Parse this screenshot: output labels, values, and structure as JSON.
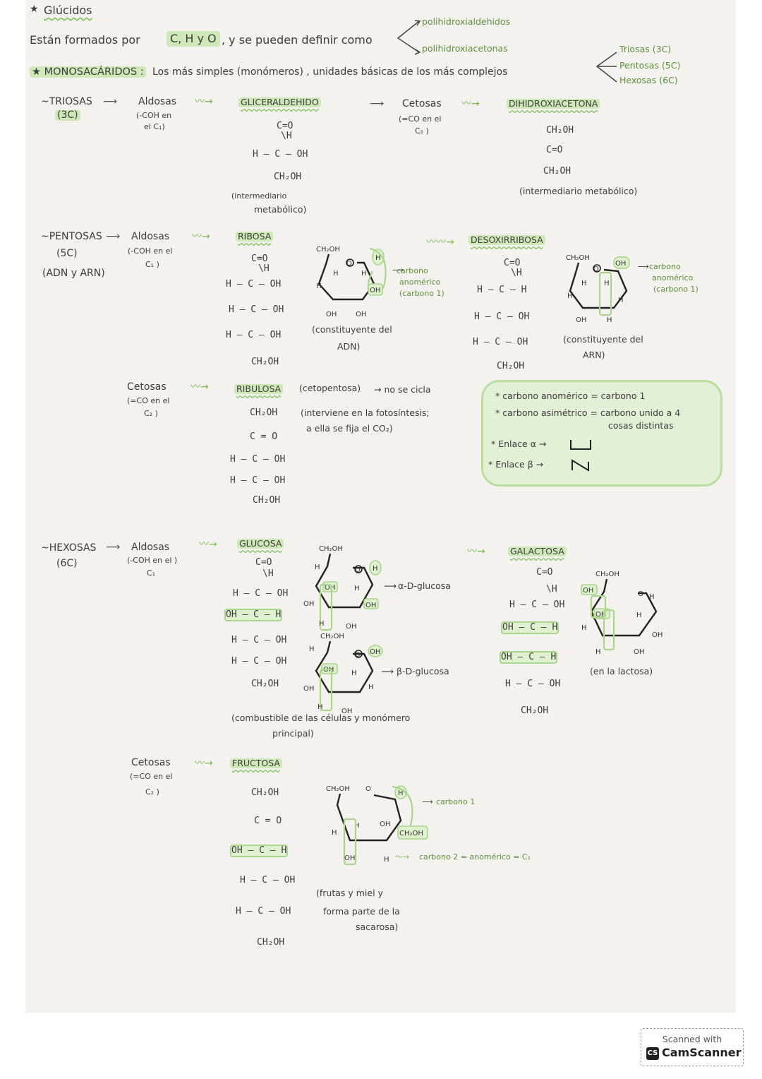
{
  "header": {
    "title": "Glúcidos",
    "intro_a": "Están formados por",
    "elements": "C, H y O",
    "intro_b": ", y se pueden definir como",
    "def_1": "polihidroxialdehidos",
    "def_2": "polihidroxiacetonas"
  },
  "monosacaridos": {
    "label": "★ MONOSACÁRIDOS :",
    "desc": "Los más simples (monómeros) , unidades básicas de los más complejos",
    "types": [
      "Triosas (3C)",
      "Pentosas (5C)",
      "Hexosas (6C)"
    ]
  },
  "triosas": {
    "title": "~TRIOSAS",
    "sub": "(3C)",
    "aldosas": "Aldosas",
    "aldosas_note": [
      "(-COH en",
      "el C₁)"
    ],
    "glic_name": "GLICERALDEHIDO",
    "glic_formula": [
      "C=O",
      "  \\H",
      "H – C – OH",
      "CH₂OH"
    ],
    "glic_note": [
      "(intermediario",
      "metabólico)"
    ],
    "cetosas": "Cetosas",
    "cetosas_note": [
      "(=CO en el",
      "C₂ )"
    ],
    "dhac_name": "DIHIDROXIACETONA",
    "dhac_formula": [
      "CH₂OH",
      "C=O",
      "CH₂OH"
    ],
    "dhac_note": "(intermediario metabólico)"
  },
  "pentosas": {
    "title": "~PENTOSAS",
    "sub": "(5C)",
    "sub2": "(ADN y ARN)",
    "aldosas": "Aldosas",
    "aldosas_note": [
      "(-COH en el",
      "C₁ )"
    ],
    "ribosa_name": "RIBOSA",
    "ribosa_formula": [
      "C=O",
      "\\H",
      "H – C – OH",
      "H – C – OH",
      "H – C – OH",
      "CH₂OH"
    ],
    "ribosa_ring_note": [
      "(constituyente del",
      "ADN)"
    ],
    "carbono_anomerico_1": [
      "carbono",
      "anomérico",
      "(carbono 1)"
    ],
    "desox_name": "DESOXIRRIBOSA",
    "desox_formula": [
      "C=O",
      "\\H",
      "H – C – H",
      "H – C – OH",
      "H – C – OH",
      "CH₂OH"
    ],
    "desox_ring_note": [
      "(constituyente del",
      "ARN)"
    ],
    "carbono_anomerico_2": [
      "carbono",
      "anomérico",
      "(carbono 1)"
    ],
    "cetosas": "Cetosas",
    "cetosas_note": [
      "(=CO en el",
      "C₂ )"
    ],
    "ribulosa_name": "RIBULOSA",
    "ribulosa_tag": "(cetopentosa)",
    "ribulosa_cycle": "→ no se cicla",
    "ribulosa_formula": [
      "CH₂OH",
      "C = O",
      "H – C – OH",
      "H – C – OH",
      "CH₂OH"
    ],
    "ribulosa_note": [
      "(interviene en la fotosíntesis;",
      "a ella se fija el CO₂)"
    ]
  },
  "notes": {
    "n1": "* carbono anomérico = carbono 1",
    "n2": "* carbono asimétrico = carbono unido a 4",
    "n2b": "cosas distintas",
    "n3": "* Enlace α →",
    "n4": "* Enlace β →"
  },
  "hexosas": {
    "title": "~HEXOSAS",
    "sub": "(6C)",
    "aldosas": "Aldosas",
    "aldosas_note": [
      "(-COH en el )",
      "C₁"
    ],
    "glucosa_name": "GLUCOSA",
    "glucosa_formula": [
      "C=O",
      "\\H",
      "H – C – OH",
      "OH – C – H",
      "H – C – OH",
      "H – C – OH",
      "CH₂OH"
    ],
    "alpha_label": "α-D-glucosa",
    "beta_label": "β-D-glucosa",
    "glucosa_note": [
      "(combustible de las células y monómero",
      "principal)"
    ],
    "galactosa_name": "GALACTOSA",
    "galactosa_formula": [
      "C=O",
      "\\H",
      "H – C – OH",
      "OH – C – H",
      "OH – C – H",
      "H – C – OH",
      "CH₂OH"
    ],
    "galactosa_note": "(en la lactosa)",
    "cetosas": "Cetosas",
    "cetosas_note": [
      "(=CO en el",
      "C₂ )"
    ],
    "fructosa_name": "FRUCTOSA",
    "fructosa_formula": [
      "CH₂OH",
      "C = O",
      "OH – C – H",
      "H – C – OH",
      "H – C – OH",
      "CH₂OH"
    ],
    "fructosa_c1": "carbono 1",
    "fructosa_c2": "carbono 2 = anomérico = C₁",
    "fructosa_note": [
      "(frutas y miel y",
      "forma parte de la",
      "sacarosa)"
    ]
  },
  "footer": {
    "scanned": "Scanned with",
    "logo": "CS",
    "brand": "CamScanner"
  },
  "colors": {
    "highlight": "#cfe8b8",
    "highlight_border": "#a9d58c",
    "paper": "#f3f2ee"
  }
}
